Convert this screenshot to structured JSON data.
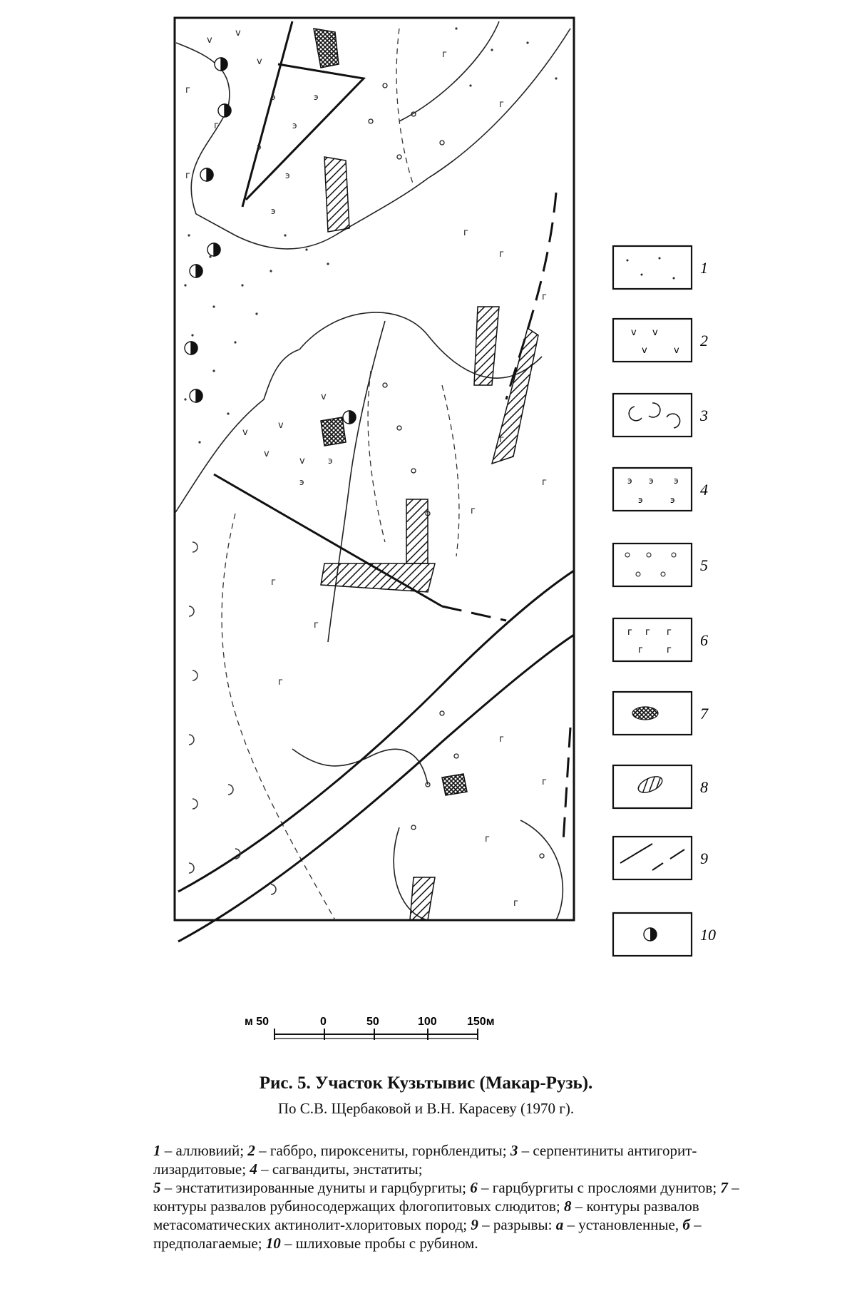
{
  "figure": {
    "title": "Рис. 5. Участок Кузьтывис (Макар-Рузь).",
    "source": "По С.В. Щербаковой и В.Н. Карасеву (1970 г)."
  },
  "scale_bar": {
    "labels": [
      "м 50",
      "0",
      "50",
      "100",
      "150м"
    ]
  },
  "legend": {
    "numbers": [
      "1",
      "2",
      "3",
      "4",
      "5",
      "6",
      "7",
      "8",
      "9",
      "10"
    ],
    "items": [
      {
        "num": "1",
        "text": " – аллювиий; "
      },
      {
        "num": "2",
        "text": " – габбро, пироксениты, горнблендиты; "
      },
      {
        "num": "3",
        "text": " – серпентиниты антигорит-лизардитовые; "
      },
      {
        "num": "4",
        "text": " – сагвандиты, энстатиты; "
      },
      {
        "num": "5",
        "text": " – энстатитизированные дуниты и гарцбургиты; "
      },
      {
        "num": "6",
        "text": " – гарцбургиты с прослоями дунитов; "
      },
      {
        "num": "7",
        "text": " – контуры развалов рубиносодержащих флогопитовых слюдитов; "
      },
      {
        "num": "8",
        "text": " – контуры развалов метасоматических актинолит-хлоритовых пород; "
      },
      {
        "num": "9",
        "text": " – разрывы: "
      },
      {
        "num": "а",
        "text": " – установленные, "
      },
      {
        "num": "б",
        "text": " – предполагаемые; "
      },
      {
        "num": "10",
        "text": " – шлиховые пробы с рубином."
      }
    ]
  },
  "colors": {
    "ink": "#111111",
    "paper": "#ffffff"
  }
}
